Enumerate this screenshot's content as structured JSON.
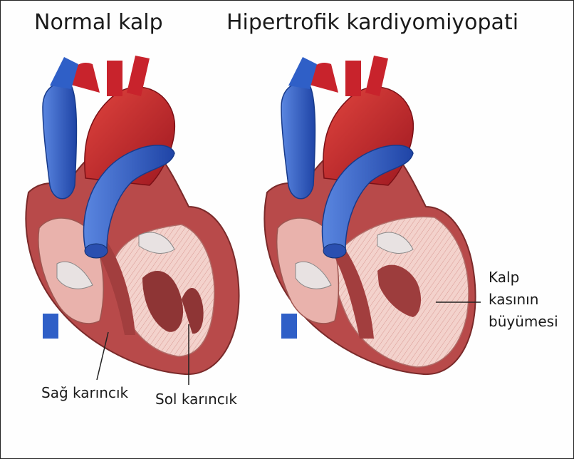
{
  "titles": {
    "normal": "Normal kalp",
    "hcm": "Hipertrofik kardiyomiyopati"
  },
  "labels": {
    "right_ventricle": "Sağ karıncık",
    "left_ventricle": "Sol karıncık",
    "thickening": [
      "Kalp",
      "kasının",
      "büyümesi"
    ]
  },
  "colors": {
    "artery_red": "#c8232c",
    "vein_blue": "#2f5fc7",
    "muscle": "#b94a4a",
    "wall_pink": "#f2c9c4"
  }
}
